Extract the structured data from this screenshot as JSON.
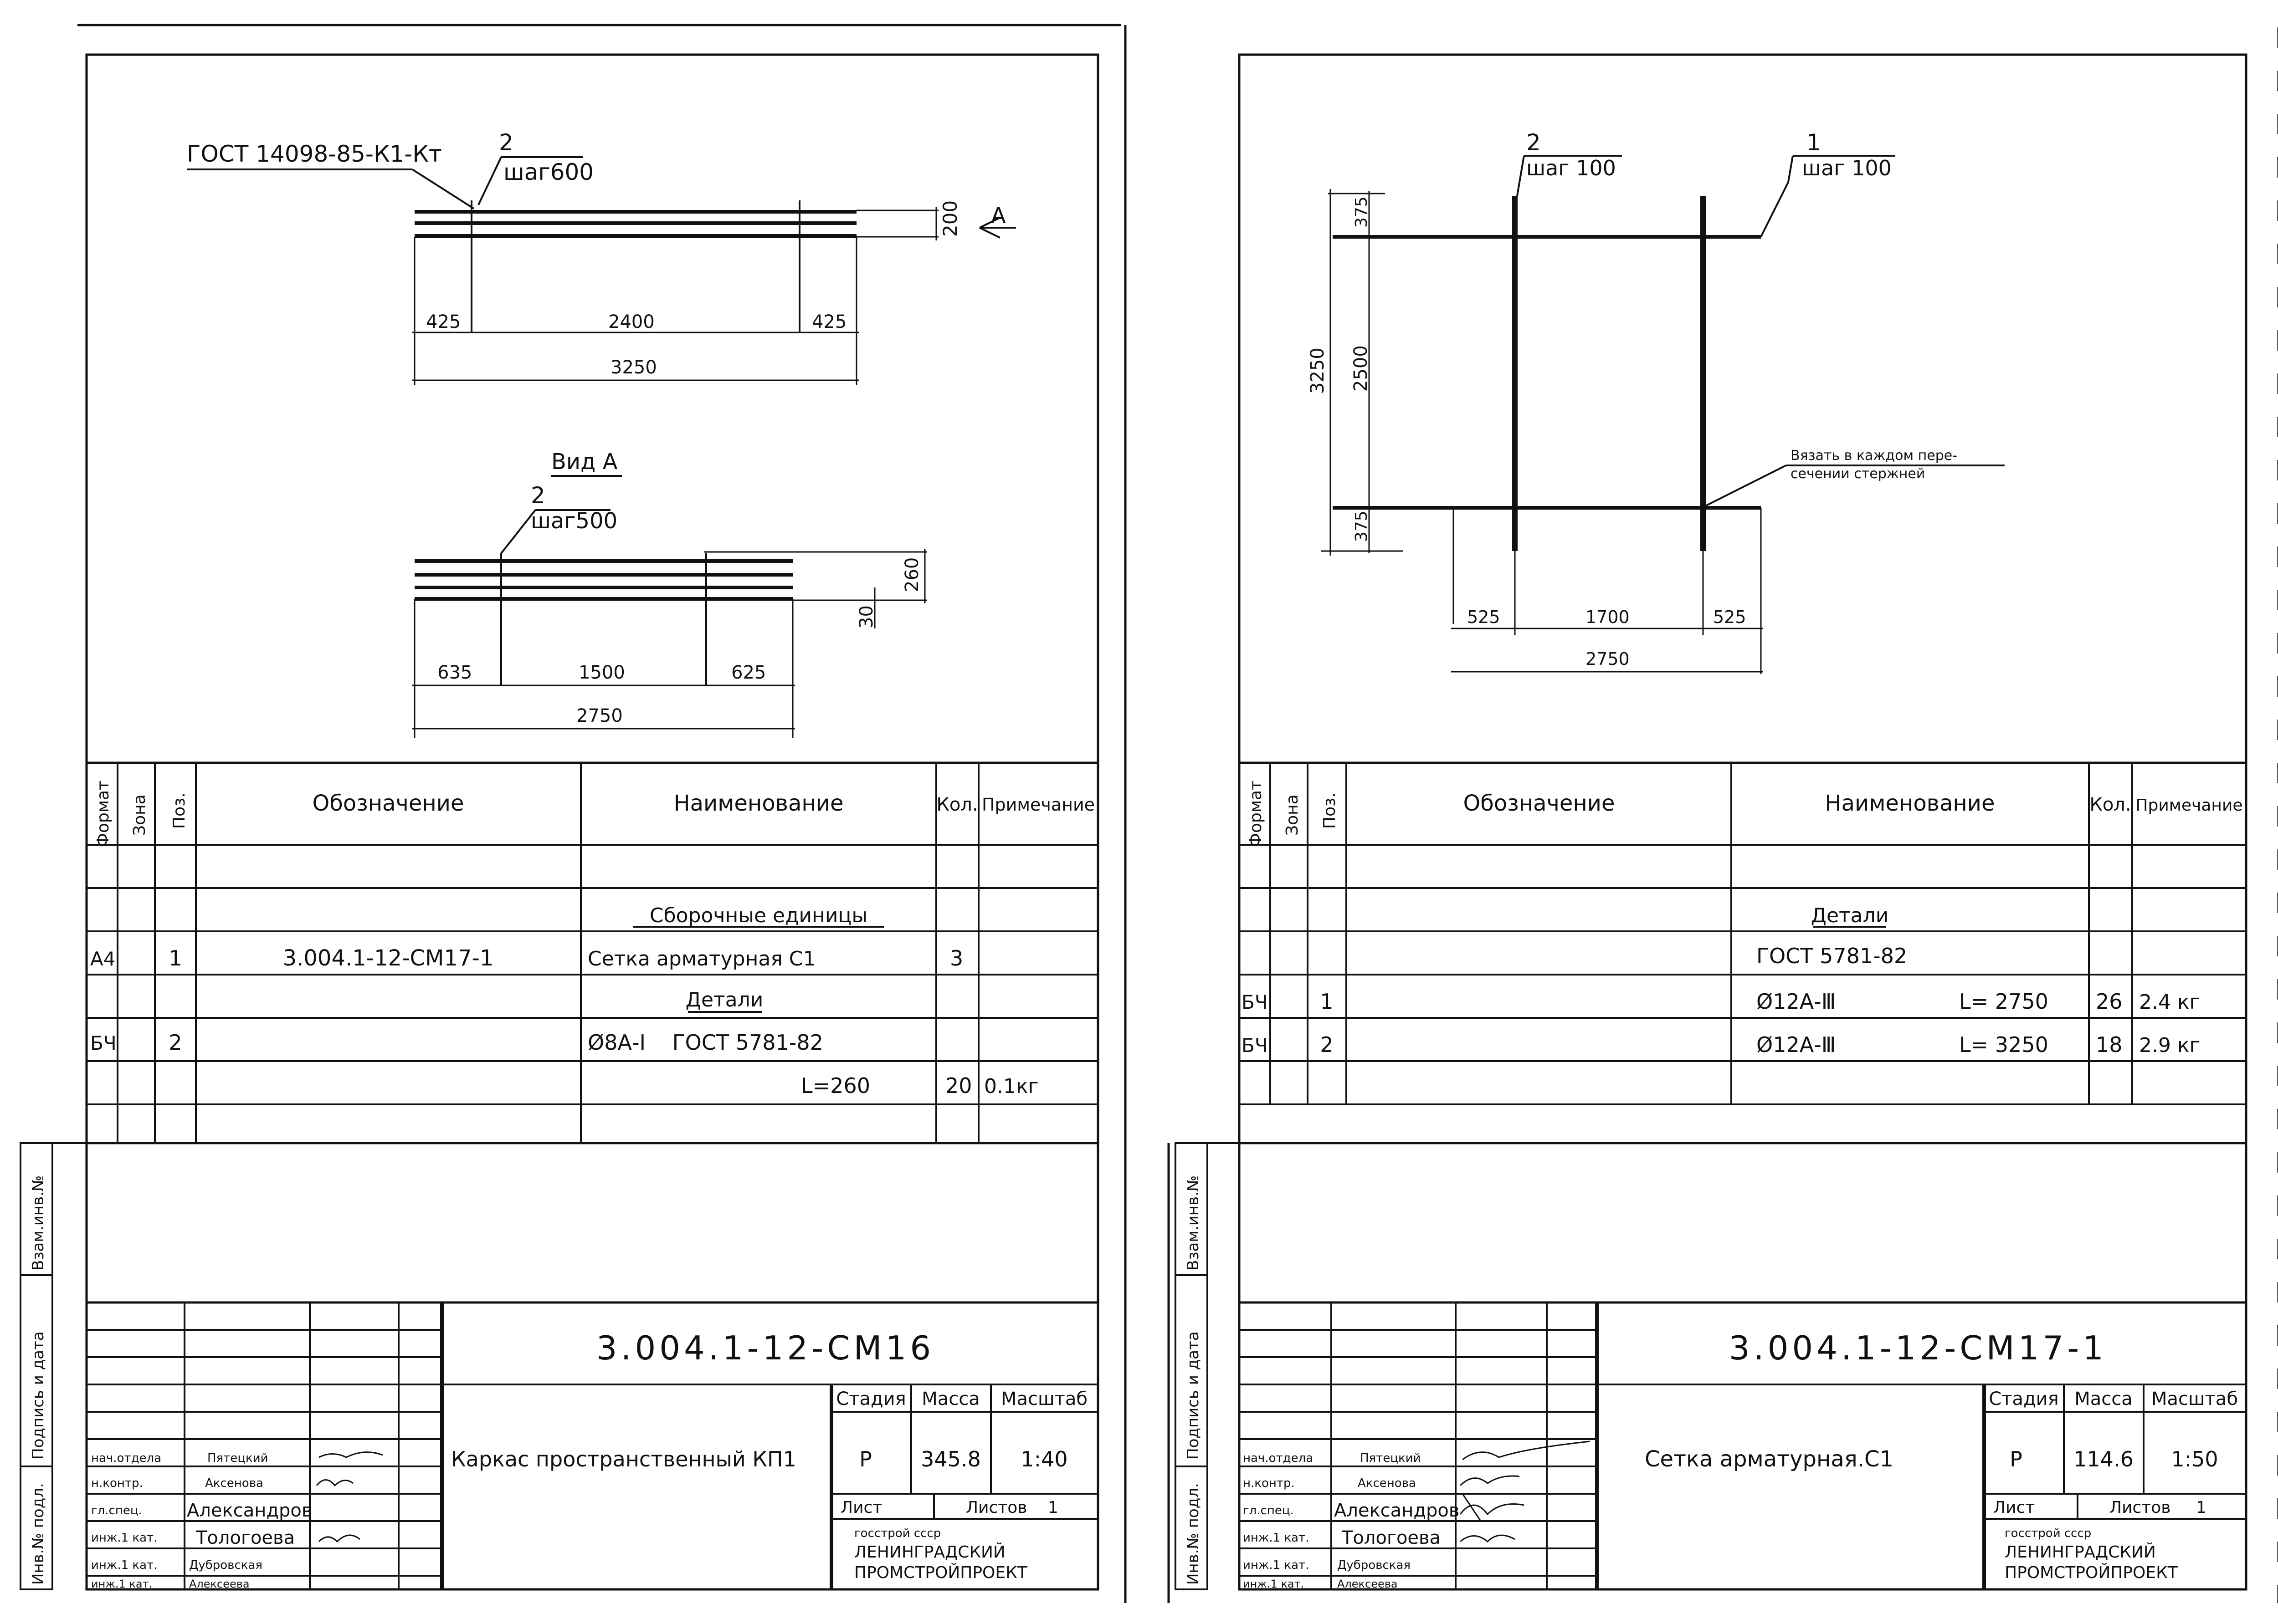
{
  "sheets": [
    {
      "drawing": {
        "gost_callout": "ГОСТ 14098-85-К1-Кт",
        "pos2_top": "2",
        "pitch_top": "шаг600",
        "dim_200": "200",
        "section_mark": "А",
        "dim_425_left": "425",
        "dim_2400": "2400",
        "dim_425_right": "425",
        "dim_3250": "3250",
        "view_title": "Вид А",
        "pos2_view": "2",
        "pitch_view": "шаг500",
        "dim_260": "260",
        "dim_30": "30",
        "dim_635": "635",
        "dim_1500": "1500",
        "dim_625": "625",
        "dim_2750": "2750"
      },
      "spec": {
        "headers": {
          "format": "Формат",
          "zone": "Зона",
          "pos": "Поз.",
          "designation": "Обозначение",
          "name": "Наименование",
          "qty": "Кол.",
          "note": "Примечание"
        },
        "rows": [
          {
            "format": "",
            "pos": "",
            "designation": "",
            "name": "Сборочные единицы",
            "qty": "",
            "note": "",
            "underline": true,
            "center": true
          },
          {
            "format": "А4",
            "pos": "1",
            "designation": "3.004.1-12-СМ17-1",
            "name": "Сетка арматурная С1",
            "qty": "3",
            "note": ""
          },
          {
            "format": "",
            "pos": "",
            "designation": "",
            "name": "Детали",
            "qty": "",
            "note": "",
            "underline": true,
            "center": true
          },
          {
            "format": "БЧ",
            "pos": "2",
            "designation": "",
            "name": "Ø8А-I    ГОСТ 5781-82",
            "qty": "",
            "note": ""
          },
          {
            "format": "",
            "pos": "",
            "designation": "",
            "name": "L=260",
            "qty": "20",
            "note": "0.1кг",
            "right": true
          },
          {
            "format": "",
            "pos": "",
            "designation": "",
            "name": "",
            "qty": "",
            "note": ""
          }
        ]
      },
      "side_labels": {
        "vzam": "Взам.инв.№",
        "podpis": "Подпись и дата",
        "inv": "Инв.№ подл."
      },
      "title_block": {
        "code": "3.004.1-12-СМ16",
        "title": "Каркас пространственный КП1",
        "stage_label": "Стадия",
        "mass_label": "Масса",
        "scale_label": "Масштаб",
        "stage": "Р",
        "mass": "345.8",
        "scale": "1:40",
        "sheet_label": "Лист",
        "sheets_label": "Листов",
        "sheets_value": "1",
        "org_line1": "госстрой ссср",
        "org_line2": "ЛЕНИНГРАДСКИЙ",
        "org_line3": "ПРОМСТРОЙПРОЕКТ",
        "staff": [
          {
            "role": "нач.отдела",
            "name": "Пятецкий"
          },
          {
            "role": "н.контр.",
            "name": "Аксенова"
          },
          {
            "role": "гл.спец.",
            "name": "Александров"
          },
          {
            "role": "инж.1 кат.",
            "name": "Тологоева"
          },
          {
            "role": "инж.1 кат.",
            "name": "Дубровская"
          },
          {
            "role": "инж.1 кат.",
            "name": "Алексеева"
          }
        ]
      }
    },
    {
      "drawing": {
        "pos2": "2",
        "pitch2": "шаг 100",
        "pos1": "1",
        "pitch1": "шаг 100",
        "dim_375_top": "375",
        "dim_3250": "3250",
        "dim_2500": "2500",
        "dim_375_bottom": "375",
        "tie_note_1": "Вязать в каждом пере-",
        "tie_note_2": "сечении стержней",
        "dim_525_left": "525",
        "dim_1700": "1700",
        "dim_525_right": "525",
        "dim_2750": "2750"
      },
      "spec": {
        "headers": {
          "format": "Формат",
          "zone": "Зона",
          "pos": "Поз.",
          "designation": "Обозначение",
          "name": "Наименование",
          "qty": "Кол.",
          "note": "Примечание"
        },
        "rows": [
          {
            "format": "",
            "pos": "",
            "name": "Детали",
            "length": "",
            "qty": "",
            "note": "",
            "underline": true,
            "center": true
          },
          {
            "format": "",
            "pos": "",
            "name": "ГОСТ 5781-82",
            "length": "",
            "qty": "",
            "note": ""
          },
          {
            "format": "БЧ",
            "pos": "1",
            "name": "Ø12А-Ⅲ",
            "length": "L= 2750",
            "qty": "26",
            "note": "2.4 кг"
          },
          {
            "format": "БЧ",
            "pos": "2",
            "name": "Ø12А-Ⅲ",
            "length": "L= 3250",
            "qty": "18",
            "note": "2.9 кг"
          },
          {
            "format": "",
            "pos": "",
            "name": "",
            "length": "",
            "qty": "",
            "note": ""
          }
        ]
      },
      "side_labels": {
        "vzam": "Взам.инв.№",
        "podpis": "Подпись и дата",
        "inv": "Инв.№ подл."
      },
      "title_block": {
        "code": "3.004.1-12-СМ17-1",
        "title": "Сетка арматурная.С1",
        "stage_label": "Стадия",
        "mass_label": "Масса",
        "scale_label": "Масштаб",
        "stage": "Р",
        "mass": "114.6",
        "scale": "1:50",
        "sheet_label": "Лист",
        "sheets_label": "Листов",
        "sheets_value": "1",
        "org_line1": "госстрой ссср",
        "org_line2": "ЛЕНИНГРАДСКИЙ",
        "org_line3": "ПРОМСТРОЙПРОЕКТ",
        "staff": [
          {
            "role": "нач.отдела",
            "name": "Пятецкий"
          },
          {
            "role": "н.контр.",
            "name": "Аксенова"
          },
          {
            "role": "гл.спец.",
            "name": "Александров"
          },
          {
            "role": "инж.1 кат.",
            "name": "Тологоева"
          },
          {
            "role": "инж.1 кат.",
            "name": "Дубровская"
          },
          {
            "role": "инж.1 кат.",
            "name": "Алексеева"
          }
        ]
      }
    }
  ]
}
